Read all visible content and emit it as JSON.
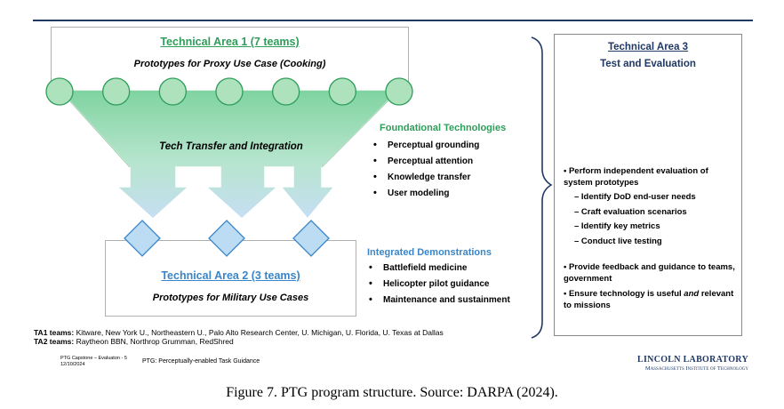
{
  "ta1": {
    "title": "Technical Area 1  (7 teams)",
    "subtitle": "Prototypes for Proxy Use Case (Cooking)",
    "team_count": 7
  },
  "funnel_label": "Tech Transfer and Integration",
  "ta2": {
    "title": "Technical Area 2  (3 teams)",
    "subtitle": "Prototypes for Military Use Cases",
    "team_count": 3
  },
  "foundational": {
    "heading": "Foundational Technologies",
    "items": [
      "Perceptual grounding",
      "Perceptual attention",
      "Knowledge transfer",
      "User modeling"
    ]
  },
  "demonstrations": {
    "heading": "Integrated Demonstrations",
    "items": [
      "Battlefield medicine",
      "Helicopter pilot guidance",
      "Maintenance and sustainment"
    ]
  },
  "ta3": {
    "title": "Technical Area 3",
    "subtitle": "Test and Evaluation",
    "bullet1": "• Perform independent evaluation of system prototypes",
    "subitems": [
      "– Identify DoD end-user needs",
      "– Craft evaluation scenarios",
      "– Identify key metrics",
      "– Conduct live testing"
    ],
    "bullet2": "• Provide feedback and guidance to teams, government",
    "bullet3_pre": "• Ensure technology is useful ",
    "bullet3_em": "and",
    "bullet3_post": " relevant to missions"
  },
  "teams": {
    "ta1_label": "TA1 teams:",
    "ta1_text": " Kitware, New York U., Northeastern U., Palo Alto Research Center, U. Michigan, U. Florida, U. Texas at Dallas",
    "ta2_label": "TA2 teams:",
    "ta2_text": " Raytheon BBN, Northrop Grumman, RedShred"
  },
  "footer": {
    "slide_ref": "PTG Capstone – Evaluaton - 5",
    "date": "12/10/2024",
    "ptg": "PTG: Perceptually-enabled Task Guidance",
    "lab": "LINCOLN LABORATORY",
    "institute": "Massachusetts Institute of Technology"
  },
  "caption": "Figure 7.     PTG program structure. Source: DARPA (2024).",
  "colors": {
    "green": "#2e9e5a",
    "blue": "#3a86c8",
    "navy": "#1f3864",
    "circle_fill": "#aee2bd",
    "diamond_fill": "#bcdcf4"
  }
}
